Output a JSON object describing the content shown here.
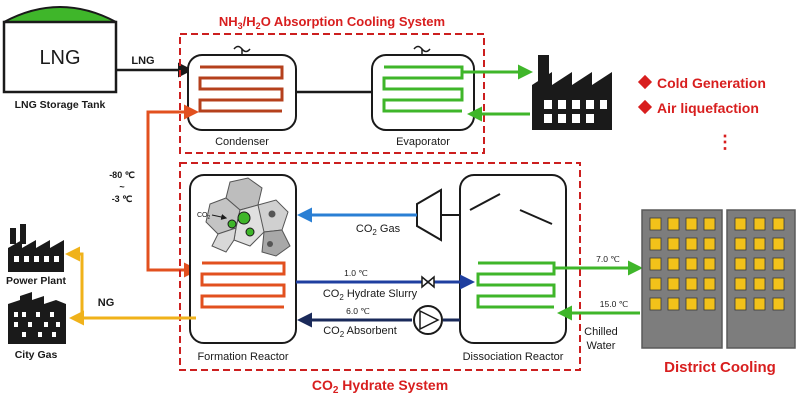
{
  "tank": {
    "label": "LNG",
    "caption": "LNG Storage Tank"
  },
  "stream_lng": "LNG",
  "nh3": {
    "title_pre": "NH",
    "title_sub1": "3",
    "title_mid": "/H",
    "title_sub2": "2",
    "title_post": "O Absorption Cooling System",
    "condenser": "Condenser",
    "evaporator": "Evaporator"
  },
  "temp_range": {
    "top": "-80 ℃",
    "mid": "~",
    "bottom": "-3 ℃"
  },
  "applications": [
    "Cold Generation",
    "Air liquefaction"
  ],
  "applications_more": "⋮",
  "hydrate": {
    "title_pre": "CO",
    "title_sub": "2",
    "title_post": " Hydrate System",
    "formation": "Formation Reactor",
    "dissociation": "Dissociation Reactor",
    "co2_gas_pre": "CO",
    "co2_gas_sub": "2",
    "co2_gas_post": " Gas",
    "slurry_temp": "1.0 ℃",
    "slurry_pre": "CO",
    "slurry_sub": "2",
    "slurry_post": " Hydrate Slurry",
    "absorbent_temp": "6.0 ℃",
    "absorbent_pre": "CO",
    "absorbent_sub": "2",
    "absorbent_post": " Absorbent",
    "molecule_pre": "CO",
    "molecule_sub": "2"
  },
  "outputs": {
    "power_plant": "Power Plant",
    "city_gas": "City Gas",
    "ng": "NG"
  },
  "district": {
    "supply_temp": "7.0 ℃",
    "return_temp": "15.0 ℃",
    "chilled_line1": "Chilled",
    "chilled_line2": "Water",
    "title": "District Cooling"
  },
  "colors": {
    "dashed_border": "#cc1f1f",
    "title_red": "#d81e1e",
    "lng_line": "#1a1a1a",
    "cold_line": "#e2501f",
    "green_line": "#3fb62a",
    "blue_line": "#2a7fd4",
    "slurry_line": "#1f3fa0",
    "absorbent_line": "#1a2a5a",
    "ng_line": "#f0b21a",
    "building": "#7d7d7d",
    "window": "#f2c21a"
  }
}
